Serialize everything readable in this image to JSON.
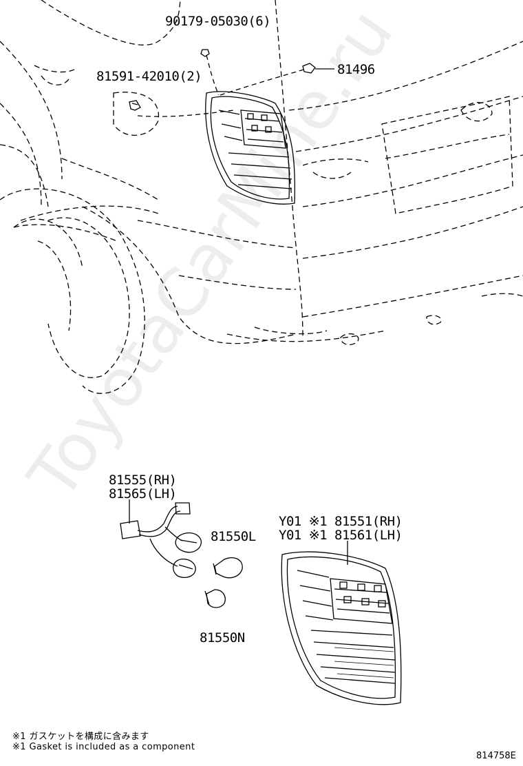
{
  "parts": {
    "screw_90179": "90179-05030(6)",
    "clip_81591": "81591-42010(2)",
    "nut_81496": "81496",
    "socket_rh": "81555(RH)",
    "socket_lh": "81565(LH)",
    "bulb_81550l": "81550L",
    "bulb_81550n": "81550N",
    "lamp_rh": "Y01 ※1 81551(RH)",
    "lamp_lh": "Y01 ※1 81561(LH)"
  },
  "notes": {
    "note_jp": "※1 ガスケットを構成に含みます",
    "note_en": "※1 Gasket is included as a component"
  },
  "diagram_code": "814758E",
  "watermark": "ToyotaCarMine.ru"
}
